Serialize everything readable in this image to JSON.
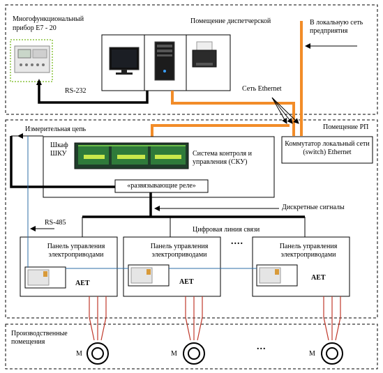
{
  "labels": {
    "device_title": "Многофункциональный прибор Е7 - 20",
    "dispatch_room": "Помещение диспетчерской",
    "local_network": "В локальную сеть предприятия",
    "rs232": "RS-232",
    "ethernet_net": "Сеть Ethernet",
    "rp_room": "Помещение РП",
    "measuring_circuit": "Измерительная цепь",
    "cabinet": "Шкаф ШКУ",
    "sku_system": "Система контроля и управления (СКУ)",
    "switch": "Коммутатор локальный сети (switch) Ethernet",
    "relays": "«развязывающие реле»",
    "discrete_signals": "Дискретные сигналы",
    "rs485": "RS-485",
    "digital_line": "Цифровая линия связи",
    "ellipsis_panels": "....",
    "ellipsis_motors": "...",
    "production_rooms": "Производственные помещения",
    "panel_label": "Панель управления электроприводами",
    "aet_label": "АЕТ",
    "motor_label": "М"
  },
  "colors": {
    "ethernet": "#f28c28",
    "relay_wire": "#c0392b",
    "rs485_wire": "#2e6da4",
    "screen_green": "#8ac33d"
  }
}
